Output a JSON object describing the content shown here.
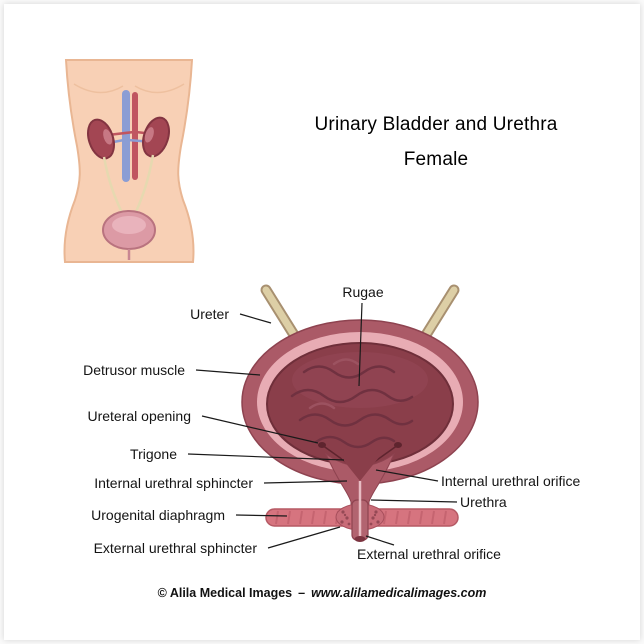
{
  "title": {
    "line1": "Urinary Bladder and Urethra",
    "line2": "Female"
  },
  "anatomy_labels": {
    "rugae": "Rugae",
    "ureter": "Ureter",
    "detrusor": "Detrusor muscle",
    "ureteral_opening": "Ureteral opening",
    "trigone": "Trigone",
    "internal_sphincter": "Internal urethral sphincter",
    "urogenital_diaphragm": "Urogenital diaphragm",
    "external_sphincter": "External urethral sphincter",
    "internal_orifice": "Internal urethral orifice",
    "urethra": "Urethra",
    "external_orifice": "External urethral orifice"
  },
  "footer": {
    "copyright": "© Alila Medical Images",
    "separator": "–",
    "url": "www.alilamedicalimages.com"
  },
  "colors": {
    "skin": "#f8d0b5",
    "bladder_wall": "#ab5a67",
    "mucosa_pink": "#e8acb4",
    "cavity_dark": "#8a3e4a",
    "ureter_tube": "#ddcfa6",
    "diaphragm_band": "#d6747f",
    "kidney": "#a34653",
    "vessel_blue": "#8b9dd4",
    "vessel_red": "#c05560",
    "label_text": "#141414"
  }
}
